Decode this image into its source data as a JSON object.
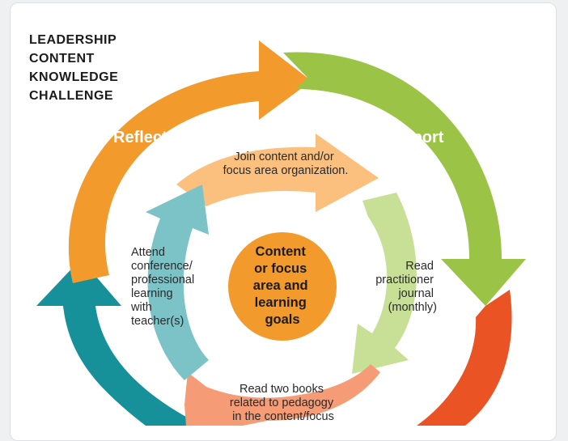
{
  "title": {
    "lines": [
      "LEADERSHIP",
      "CONTENT",
      "KNOWLEDGE",
      "CHALLENGE"
    ]
  },
  "outer_cycle": {
    "reflect_label": "Reflect",
    "report_label": "Report",
    "colors": {
      "reflect": "#f39a2c",
      "report": "#9bc446",
      "right_lower": "#ea5424",
      "left_lower": "#16919a"
    }
  },
  "inner_cycle": {
    "top_lines": [
      "Join content and/or",
      "focus area organization."
    ],
    "right_lines": [
      "Read",
      "practitioner",
      "journal",
      "(monthly)"
    ],
    "bottom_lines": [
      "Read two books",
      "related to pedagogy",
      "in the content/focus"
    ],
    "left_lines": [
      "Attend",
      "conference/",
      "professional",
      "learning",
      "with",
      "teacher(s)"
    ],
    "colors": {
      "top": "#fbc07e",
      "right": "#c8df96",
      "bottom": "#f59c77",
      "left": "#7cc3c8"
    }
  },
  "center": {
    "lines": [
      "Content",
      "or focus",
      "area and",
      "learning",
      "goals"
    ],
    "color": "#f39a2c"
  }
}
